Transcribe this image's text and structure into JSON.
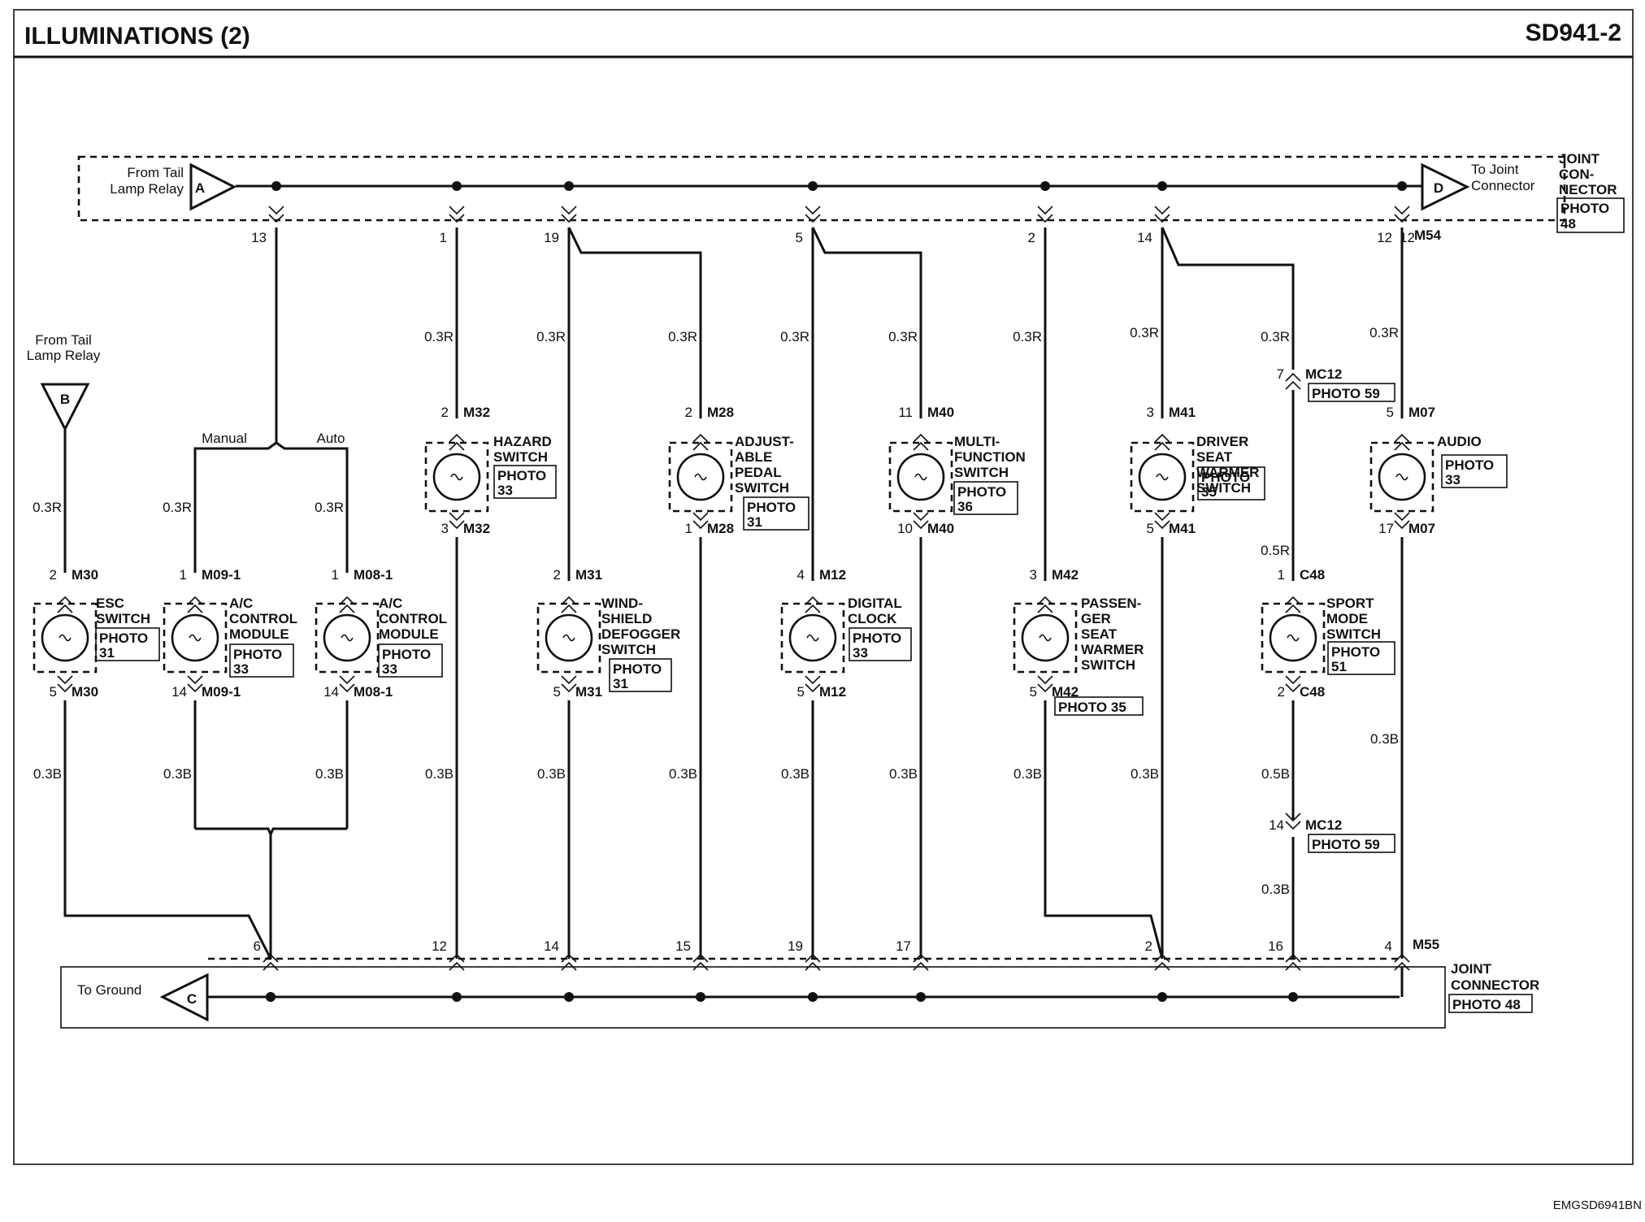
{
  "header": {
    "title": "ILLUMINATIONS (2)",
    "code": "SD941-2"
  },
  "footer": {
    "code": "EMGSD6941BN"
  },
  "top_bus": {
    "source_label": [
      "From Tail",
      "Lamp Relay"
    ],
    "source_connector": "A",
    "dest_label": [
      "To Joint",
      "Connector"
    ],
    "dest_connector": "D",
    "joint_label": [
      "JOINT",
      "CON-",
      "NECTOR"
    ],
    "photo": [
      "PHOTO",
      "48"
    ],
    "connector_id": "M54",
    "pins": [
      "13",
      "1",
      "19",
      "5",
      "2",
      "14",
      "12"
    ]
  },
  "left_source": {
    "label": [
      "From Tail",
      "Lamp Relay"
    ],
    "connector": "B"
  },
  "split": {
    "manual": "Manual",
    "auto": "Auto"
  },
  "bottom_bus": {
    "dest_label": "To Ground",
    "dest_connector": "C",
    "joint_label": [
      "JOINT",
      "CONNECTOR"
    ],
    "photo": "PHOTO 48",
    "connector_id": "M55",
    "pins": [
      "6",
      "12",
      "14",
      "15",
      "19",
      "17",
      "2",
      "16",
      "4"
    ]
  },
  "wire_colors": {
    "supply": "0.3R",
    "ground": "0.3B",
    "supply_sport": "0.5R",
    "ground_sport": "0.5B"
  },
  "inline_connector": {
    "id": "MC12",
    "photo": "PHOTO 59",
    "pin_top": "7",
    "pin_bottom": "14"
  },
  "components": [
    {
      "id": "esc",
      "name": [
        "ESC",
        "SWITCH"
      ],
      "photo": [
        "PHOTO",
        "31"
      ],
      "conn_top": "M30",
      "pin_top": "2",
      "conn_bottom": "M30",
      "pin_bottom": "5"
    },
    {
      "id": "ac-manual",
      "name": [
        "A/C",
        "CONTROL",
        "MODULE"
      ],
      "photo": [
        "PHOTO",
        "33"
      ],
      "conn_top": "M09-1",
      "pin_top": "1",
      "conn_bottom": "M09-1",
      "pin_bottom": "14"
    },
    {
      "id": "ac-auto",
      "name": [
        "A/C",
        "CONTROL",
        "MODULE"
      ],
      "photo": [
        "PHOTO",
        "33"
      ],
      "conn_top": "M08-1",
      "pin_top": "1",
      "conn_bottom": "M08-1",
      "pin_bottom": "14"
    },
    {
      "id": "hazard",
      "name": [
        "HAZARD",
        "SWITCH"
      ],
      "photo": [
        "PHOTO",
        "33"
      ],
      "conn_top": "M32",
      "pin_top": "2",
      "conn_bottom": "M32",
      "pin_bottom": "3"
    },
    {
      "id": "windshield",
      "name": [
        "WIND-",
        "SHIELD",
        "DEFOGGER",
        "SWITCH"
      ],
      "photo": [
        "PHOTO",
        "31"
      ],
      "conn_top": "M31",
      "pin_top": "2",
      "conn_bottom": "M31",
      "pin_bottom": "5"
    },
    {
      "id": "pedal",
      "name": [
        "ADJUST-",
        "ABLE",
        "PEDAL",
        "SWITCH"
      ],
      "photo": [
        "PHOTO",
        "31"
      ],
      "conn_top": "M28",
      "pin_top": "2",
      "conn_bottom": "M28",
      "pin_bottom": "1"
    },
    {
      "id": "clock",
      "name": [
        "DIGITAL",
        "CLOCK"
      ],
      "photo": [
        "PHOTO",
        "33"
      ],
      "conn_top": "M12",
      "pin_top": "4",
      "conn_bottom": "M12",
      "pin_bottom": "5"
    },
    {
      "id": "multi",
      "name": [
        "MULTI-",
        "FUNCTION",
        "SWITCH"
      ],
      "photo": [
        "PHOTO",
        "36"
      ],
      "conn_top": "M40",
      "pin_top": "11",
      "conn_bottom": "M40",
      "pin_bottom": "10"
    },
    {
      "id": "passenger",
      "name": [
        "PASSEN-",
        "GER",
        "SEAT",
        "WARMER",
        "SWITCH"
      ],
      "photo": [
        "PHOTO 35"
      ],
      "conn_top": "M42",
      "pin_top": "3",
      "conn_bottom": "M42",
      "pin_bottom": "5"
    },
    {
      "id": "driver",
      "name": [
        "DRIVER",
        "SEAT",
        "WARMER",
        "SWITCH"
      ],
      "photo": [
        "PHOTO",
        "35"
      ],
      "conn_top": "M41",
      "pin_top": "3",
      "conn_bottom": "M41",
      "pin_bottom": "5"
    },
    {
      "id": "sport",
      "name": [
        "SPORT",
        "MODE",
        "SWITCH"
      ],
      "photo": [
        "PHOTO",
        "51"
      ],
      "conn_top": "C48",
      "pin_top": "1",
      "conn_bottom": "C48",
      "pin_bottom": "2"
    },
    {
      "id": "audio",
      "name": [
        "AUDIO"
      ],
      "photo": [
        "PHOTO",
        "33"
      ],
      "conn_top": "M07",
      "pin_top": "5",
      "conn_bottom": "M07",
      "pin_bottom": "17"
    }
  ]
}
